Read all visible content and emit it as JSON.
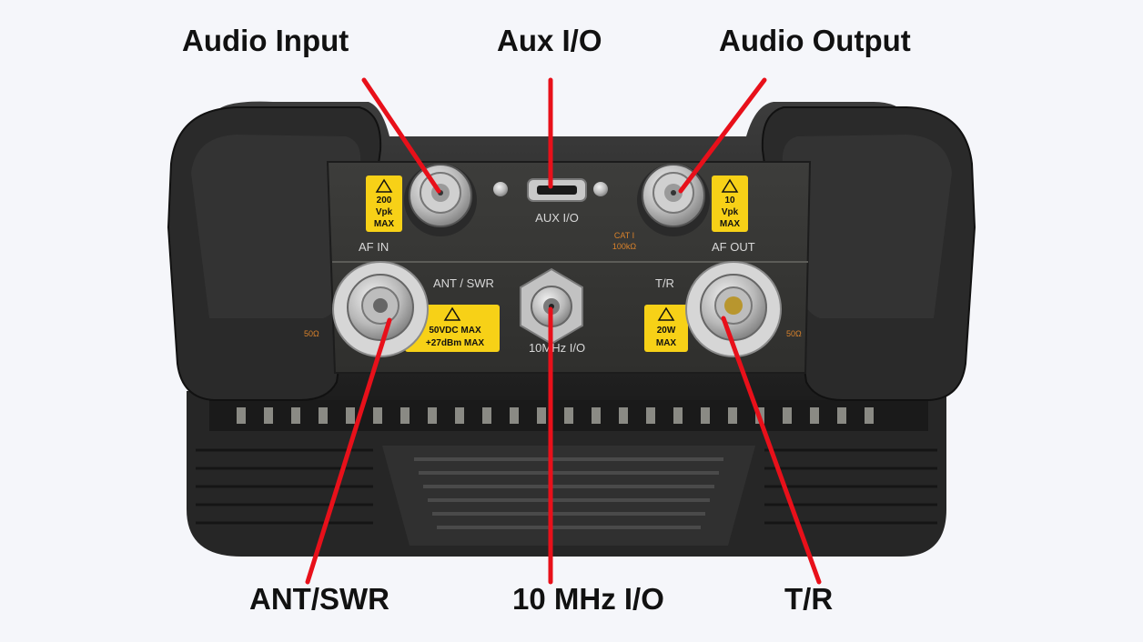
{
  "callouts": {
    "audio_input": "Audio Input",
    "aux_io": "Aux I/O",
    "audio_output": "Audio Output",
    "ant_swr": "ANT/SWR",
    "mhz_io": "10 MHz I/O",
    "tr": "T/R"
  },
  "panel_labels": {
    "af_in": "AF IN",
    "aux_io": "AUX I/O",
    "af_out": "AF OUT",
    "ant_swr": "ANT / SWR",
    "tr": "T/R",
    "mhz_io": "10MHz I/O",
    "cat": "CAT I",
    "cat_imp": "100kΩ",
    "ohm_left": "50Ω",
    "ohm_right": "50Ω"
  },
  "warnings": {
    "af_in": [
      "200",
      "Vpk",
      "MAX"
    ],
    "af_out": [
      "10",
      "Vpk",
      "MAX"
    ],
    "ant_swr": [
      "50VDC MAX",
      "+27dBm MAX"
    ],
    "tr": [
      "20W",
      "MAX"
    ]
  },
  "colors": {
    "background": "#f5f6fa",
    "leader_line": "#e8101a",
    "warning_yellow": "#f7d117",
    "device_body": "#2b2b2b",
    "panel": "#3a3a38"
  }
}
